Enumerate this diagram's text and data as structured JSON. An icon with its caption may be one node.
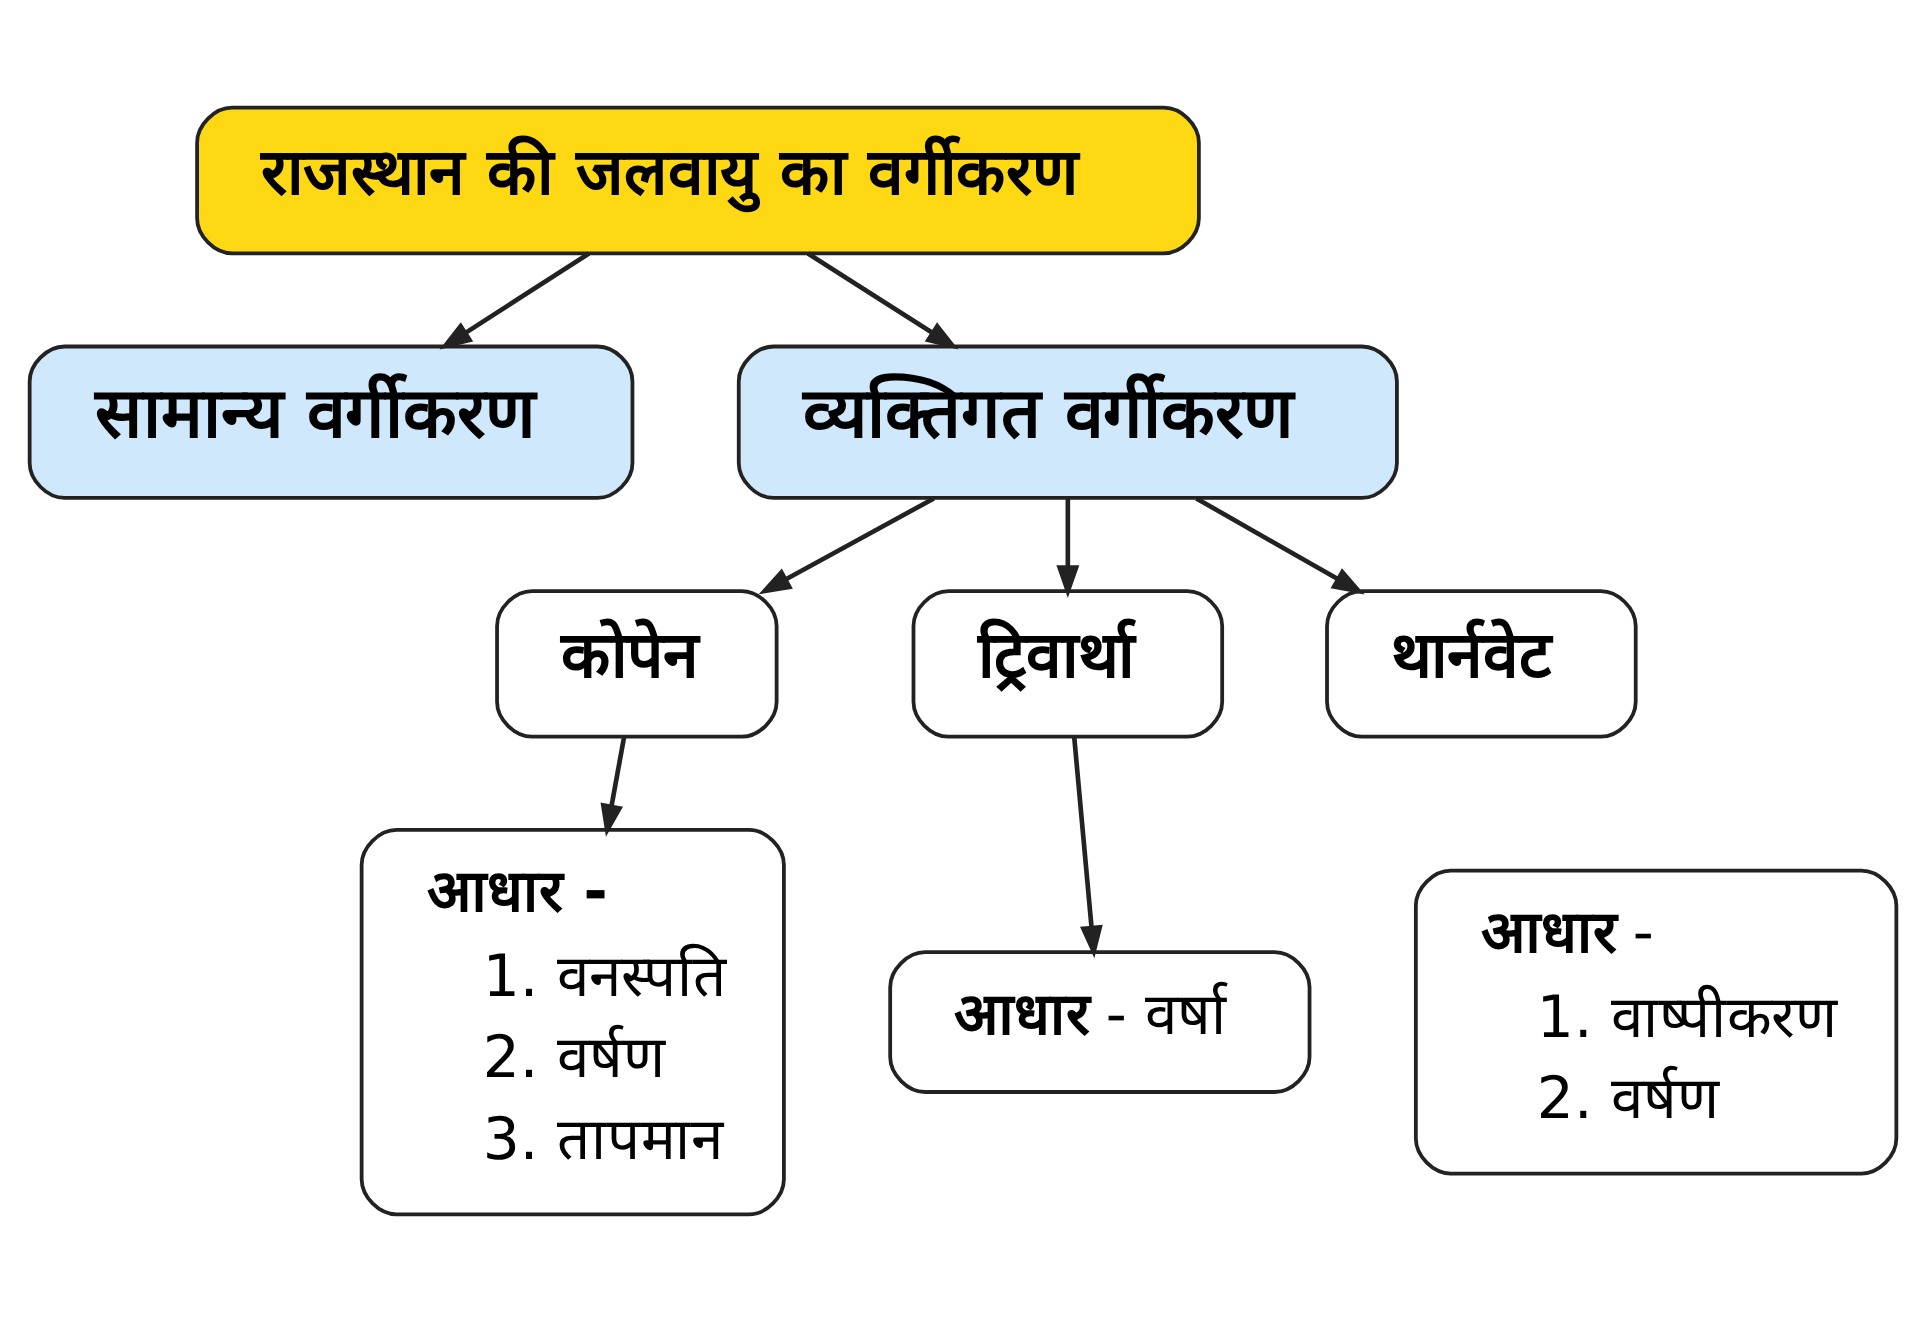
{
  "diagram": {
    "nodes": [
      {
        "text": [
          "राजस्थान की जलवायु का वर्गीकरण"
        ]
      },
      {
        "text": [
          "सामान्य वर्गीकरण"
        ]
      },
      {
        "text": [
          "व्यक्तिगत वर्गीकरण"
        ]
      },
      {
        "text": [
          "कोपेन"
        ]
      },
      {
        "text": [
          "ट्रिवार्था"
        ]
      },
      {
        "text": [
          "थार्नवेट"
        ]
      },
      {
        "text": [
          "आधार -",
          "1. वनस्पति",
          "2. वर्षण",
          "3. तापमान"
        ]
      },
      {
        "text": [
          "**आधार** - वर्षा"
        ]
      },
      {
        "text": [
          "**आधार** -",
          "1. वाष्पीकरण",
          "2. वर्षण"
        ]
      }
    ],
    "edges": [
      {
        "from": 0,
        "to": 1,
        "arrow": "to"
      },
      {
        "from": 0,
        "to": 2,
        "arrow": "to"
      },
      {
        "from": 2,
        "to": 3,
        "arrow": "to"
      },
      {
        "from": 2,
        "to": 4,
        "arrow": "to"
      },
      {
        "from": 2,
        "to": 5,
        "arrow": "to"
      },
      {
        "from": 3,
        "to": 6,
        "arrow": "to"
      },
      {
        "from": 4,
        "to": 7,
        "arrow": "to"
      }
    ]
  }
}
